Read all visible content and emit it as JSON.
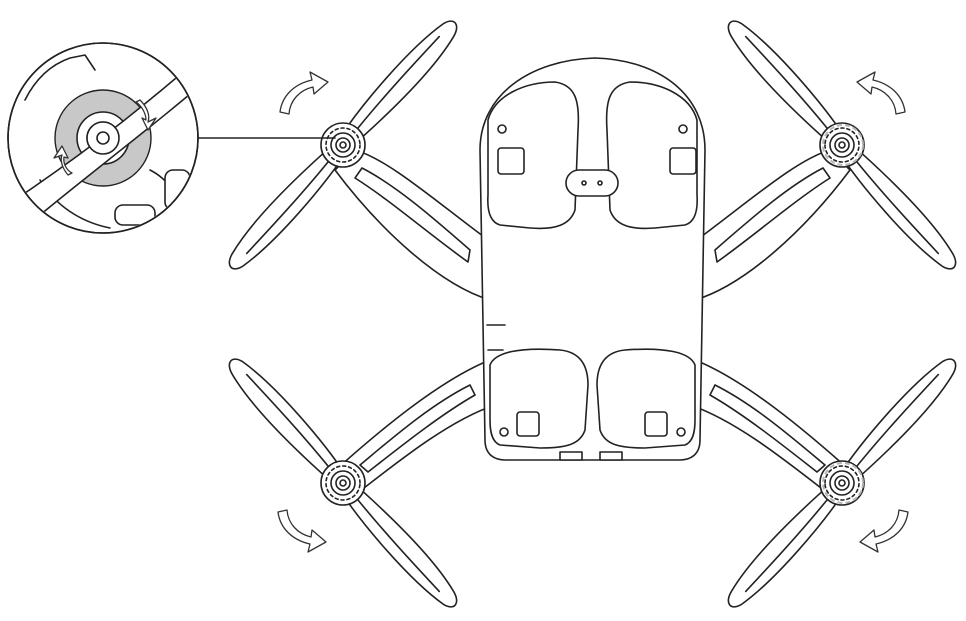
{
  "figure": {
    "subject": "",
    "colors": {
      "line": "#222222",
      "fill": "#ffffff",
      "hub_gray": "#c8c8c8",
      "dash": "#b5b5b5"
    },
    "rotors": [
      {
        "name": "front-left",
        "arrow": "curved-arrow-icon"
      },
      {
        "name": "front-right",
        "arrow": "curved-arrow-icon"
      },
      {
        "name": "rear-left",
        "arrow": "curved-arrow-icon"
      },
      {
        "name": "rear-right",
        "arrow": "curved-arrow-icon"
      }
    ],
    "callout": {
      "icon": "magnifier-callout-icon"
    }
  }
}
